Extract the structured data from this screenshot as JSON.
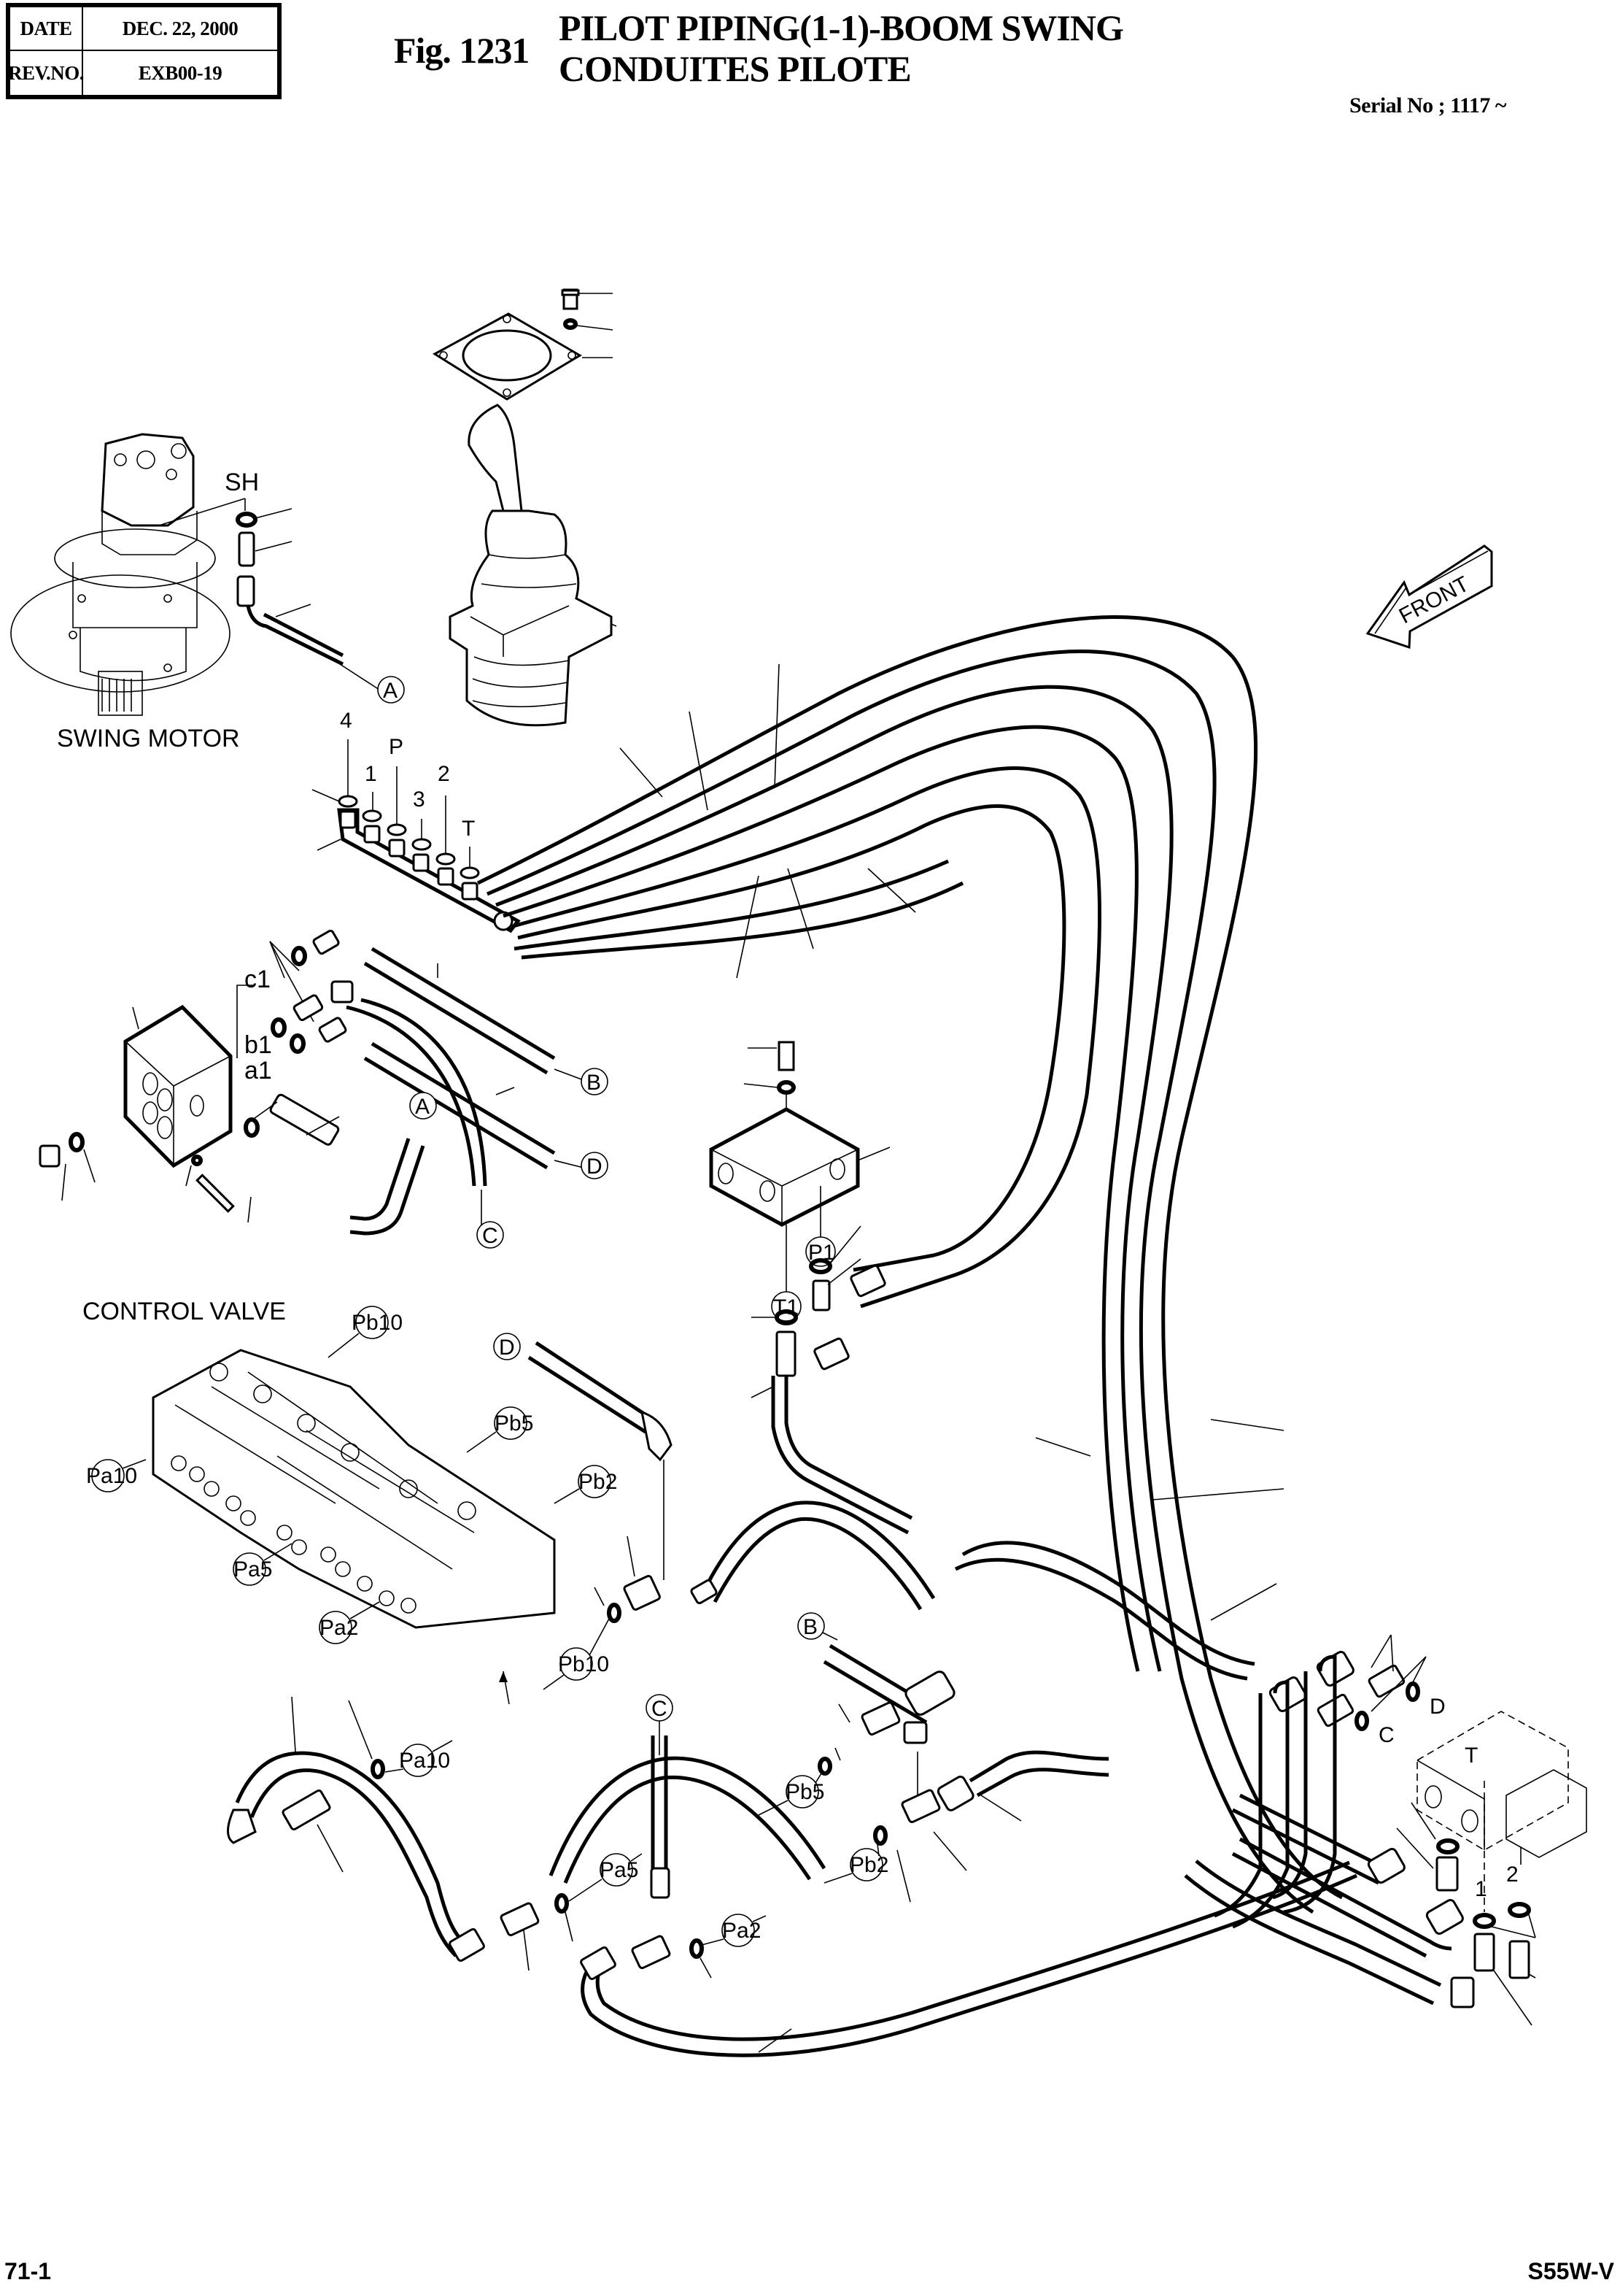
{
  "header": {
    "date_label": "DATE",
    "date_value": "DEC. 22, 2000",
    "rev_label": "REV.NO.",
    "rev_value": "EXB00-19",
    "figure_number": "Fig. 1231",
    "title_line1": "PILOT PIPING(1-1)-BOOM SWING",
    "title_line2": "CONDUITES PILOTE",
    "serial": "Serial No ; 1117 ~"
  },
  "footer": {
    "page_number": "71-1",
    "model": "S55W-V"
  },
  "diagram": {
    "components": {
      "swing_motor": "SWING MOTOR",
      "control_valve": "CONTROL VALVE",
      "front_arrow": "FRONT"
    },
    "port_labels": {
      "swing_motor_port": "SH",
      "joystick_ports": [
        "4",
        "1",
        "P",
        "3",
        "2",
        "T"
      ],
      "block_ports": [
        "c1",
        "b1",
        "a1"
      ],
      "manifold_ports": [
        "P1",
        "T1"
      ],
      "solenoid_block_ports": [
        "D",
        "C",
        "T",
        "1",
        "2"
      ]
    },
    "connection_refs": [
      "A",
      "A",
      "B",
      "B",
      "C",
      "C",
      "D",
      "D"
    ],
    "control_valve_ports": [
      "Pb10",
      "Pb5",
      "Pb2",
      "Pa10",
      "Pa5",
      "Pa2"
    ],
    "hose_port_refs": [
      "Pb10",
      "Pa10",
      "Pb5",
      "Pa5",
      "Pb2",
      "Pa2"
    ]
  }
}
